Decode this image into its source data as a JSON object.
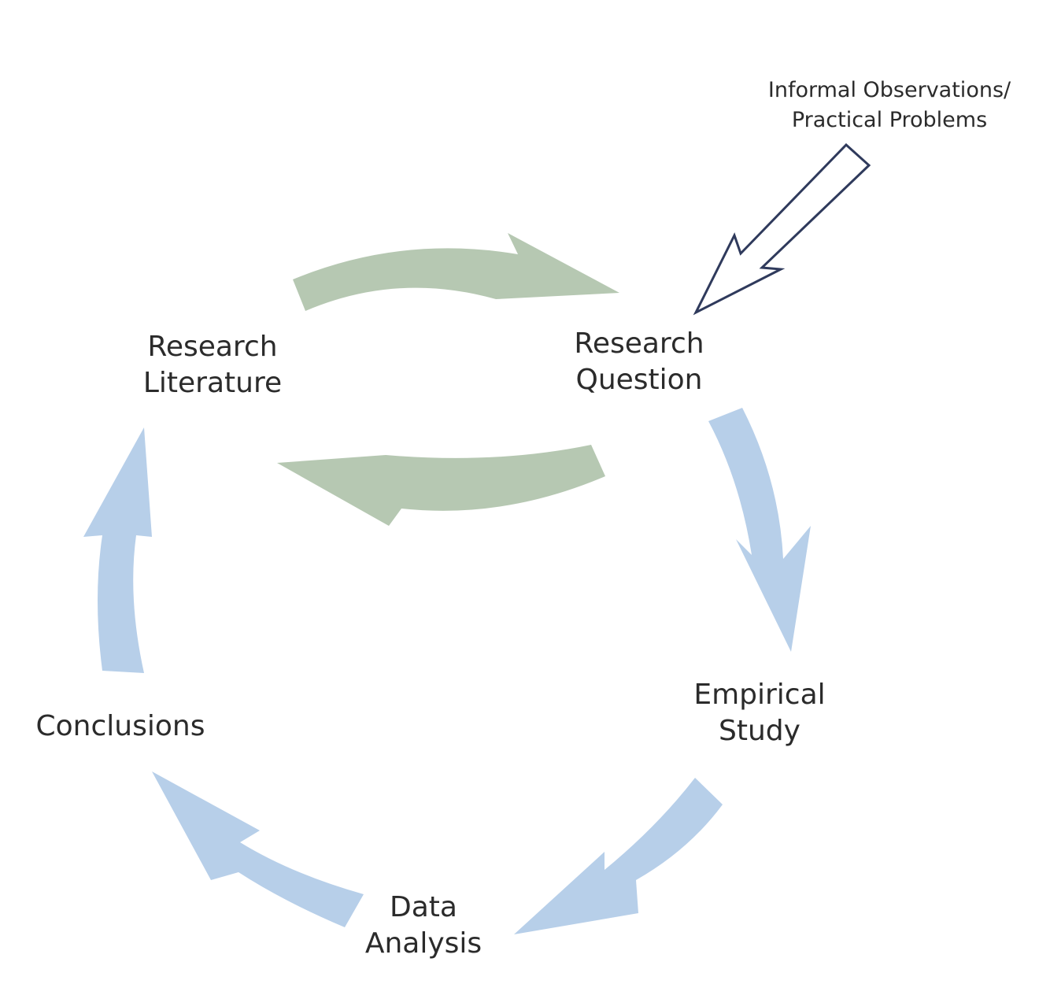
{
  "nodes": {
    "research_literature": [
      "Research",
      "Literature"
    ],
    "research_question": [
      "Research",
      "Question"
    ],
    "empirical_study": [
      "Empirical",
      "Study"
    ],
    "data_analysis": [
      "Data",
      "Analysis"
    ],
    "conclusions": [
      "Conclusions"
    ],
    "informal_observations": [
      "Informal Observations/",
      "Practical Problems"
    ]
  },
  "colors": {
    "green_arrow": "#b6c8b2",
    "blue_arrow": "#b7cfe9",
    "outline_arrow": "#2f3a5c",
    "text": "#2b2b2b"
  }
}
